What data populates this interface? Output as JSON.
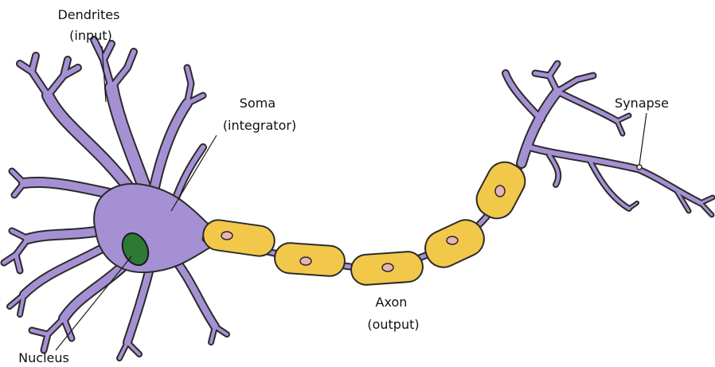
{
  "labels": {
    "dendrites": {
      "line1": "Dendrites",
      "line2": "(input)"
    },
    "soma": {
      "line1": "Soma",
      "line2": "(integrator)"
    },
    "nucleus": {
      "line1": "Nucleus"
    },
    "axon": {
      "line1": "Axon",
      "line2": "(output)"
    },
    "synapse": {
      "line1": "Synapse"
    }
  },
  "colors": {
    "cell_body": "#a690d4",
    "outline": "#2b2b2b",
    "nucleus": "#2e7a35",
    "myelin": "#f2c84b",
    "myelin_node": "#e8b3b3",
    "background": "#ffffff"
  }
}
